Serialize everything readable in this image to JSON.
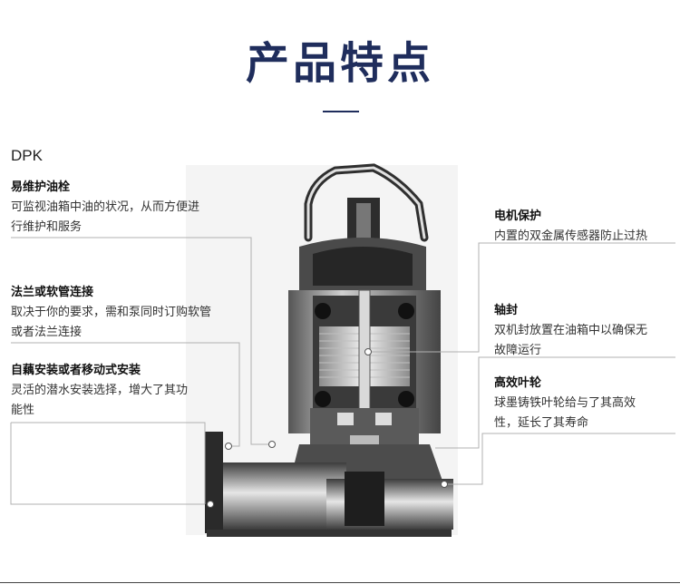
{
  "header": {
    "title": "产品特点"
  },
  "model": "DPK",
  "features_left": [
    {
      "title": "易维护油栓",
      "desc": [
        "可监视油箱中油的状况，从而方便进",
        "行维护和服务"
      ]
    },
    {
      "title": "法兰或软管连接",
      "desc": [
        "取决于你的要求，需和泵同时订购软管",
        "或者法兰连接"
      ]
    },
    {
      "title": "自藕安装或者移动式安装",
      "desc": [
        "灵活的潜水安装选择，增大了其功",
        "能性"
      ]
    }
  ],
  "features_right": [
    {
      "title": "电机保护",
      "desc": [
        "内置的双金属传感器防止过热"
      ]
    },
    {
      "title": "轴封",
      "desc": [
        "双机封放置在油箱中以确保无",
        "故障运行"
      ]
    },
    {
      "title": "高效叶轮",
      "desc": [
        "球墨铸铁叶轮给与了其高效",
        "性，延长了其寿命"
      ]
    }
  ],
  "colors": {
    "title": "#1f2d5c",
    "leader_line": "#b0b0b0",
    "pump_dark": "#3a3a3a",
    "pump_mid": "#8a8a8a",
    "pump_light": "#d9d9d9"
  }
}
